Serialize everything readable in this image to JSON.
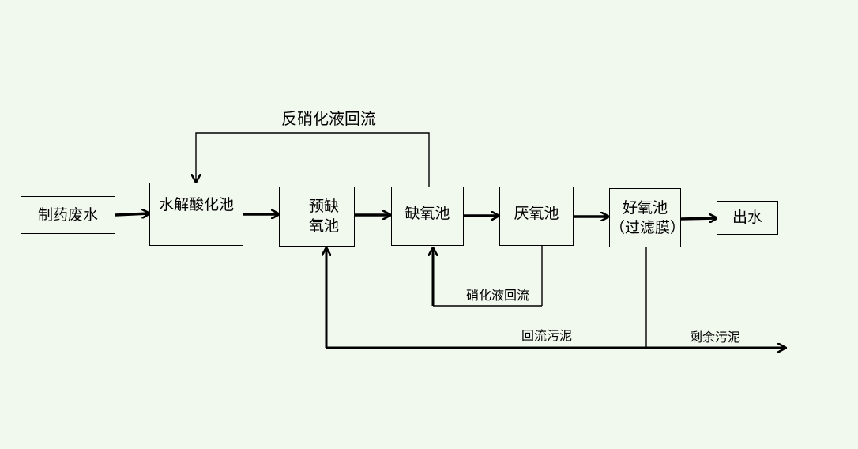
{
  "nodes": {
    "pharma_wastewater": "制药废水",
    "hydrolysis_acidification": "水解酸化池",
    "pre_anoxic": [
      "预缺",
      "氧池"
    ],
    "anoxic": "缺氧池",
    "anaerobic": "厌氧池",
    "aerobic": [
      "好氧池",
      "（过滤膜）"
    ],
    "effluent": "出水"
  },
  "labels": {
    "denitrification_reflux": "反硝化液回流",
    "nitrification_reflux": "硝化液回流",
    "return_sludge": "回流污泥",
    "excess_sludge": "剩余污泥"
  }
}
